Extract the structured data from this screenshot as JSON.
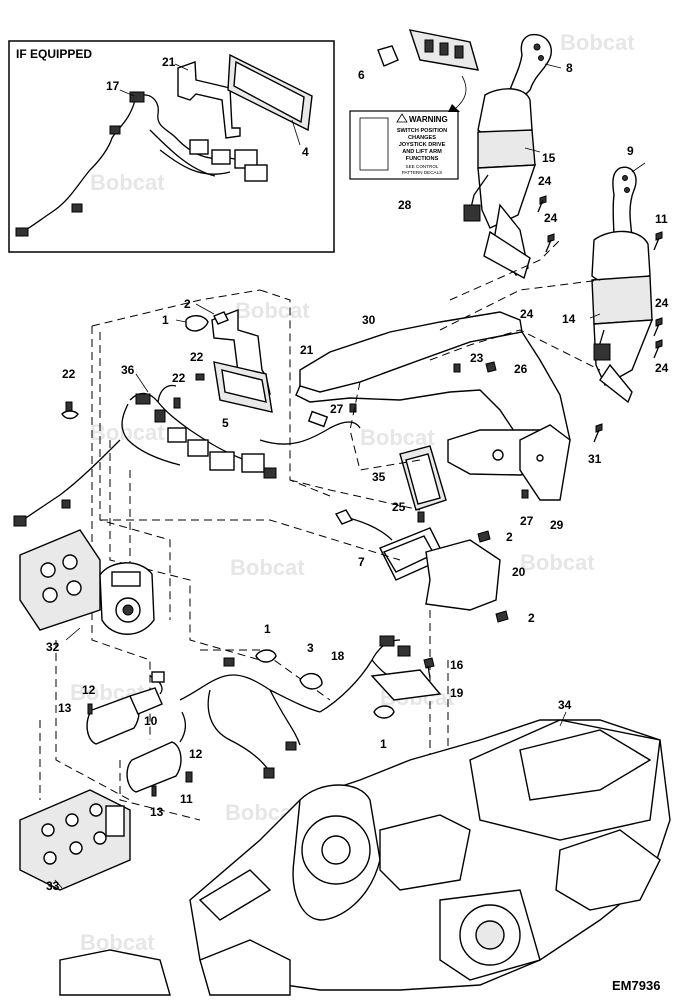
{
  "inset": {
    "title": "IF EQUIPPED"
  },
  "warning_decal": {
    "heading": "WARNING",
    "lines": [
      "SWITCH POSITION",
      "CHANGES",
      "JOYSTICK DRIVE",
      "AND LIFT ARM",
      "FUNCTIONS"
    ],
    "footer": [
      "SEE CONTROL",
      "PATTERN DECALS"
    ]
  },
  "watermark": "Bobcat",
  "drawing_code": "EM7936",
  "callouts": {
    "c21a": "21",
    "c17": "17",
    "c4": "4",
    "c6": "6",
    "c8": "8",
    "c15": "15",
    "c28": "28",
    "c9": "9",
    "c24a": "24",
    "c24b": "24",
    "c11a": "11",
    "c24c": "24",
    "c24d": "24",
    "c24e": "24",
    "c14": "14",
    "c2a": "2",
    "c1a": "1",
    "c30": "30",
    "c22a": "22",
    "c22b": "22",
    "c22c": "22",
    "c36": "36",
    "c21b": "21",
    "c5": "5",
    "c27a": "27",
    "c23": "23",
    "c26": "26",
    "c35": "35",
    "c31": "31",
    "c25": "25",
    "c27b": "27",
    "c29": "29",
    "c2b": "2",
    "c7": "7",
    "c20": "20",
    "c2c": "2",
    "c32": "32",
    "c1b": "1",
    "c3": "3",
    "c18": "18",
    "c16": "16",
    "c19": "19",
    "c1c": "1",
    "c12a": "12",
    "c13a": "13",
    "c10": "10",
    "c12b": "12",
    "c11b": "11",
    "c13b": "13",
    "c34": "34",
    "c33": "33"
  }
}
